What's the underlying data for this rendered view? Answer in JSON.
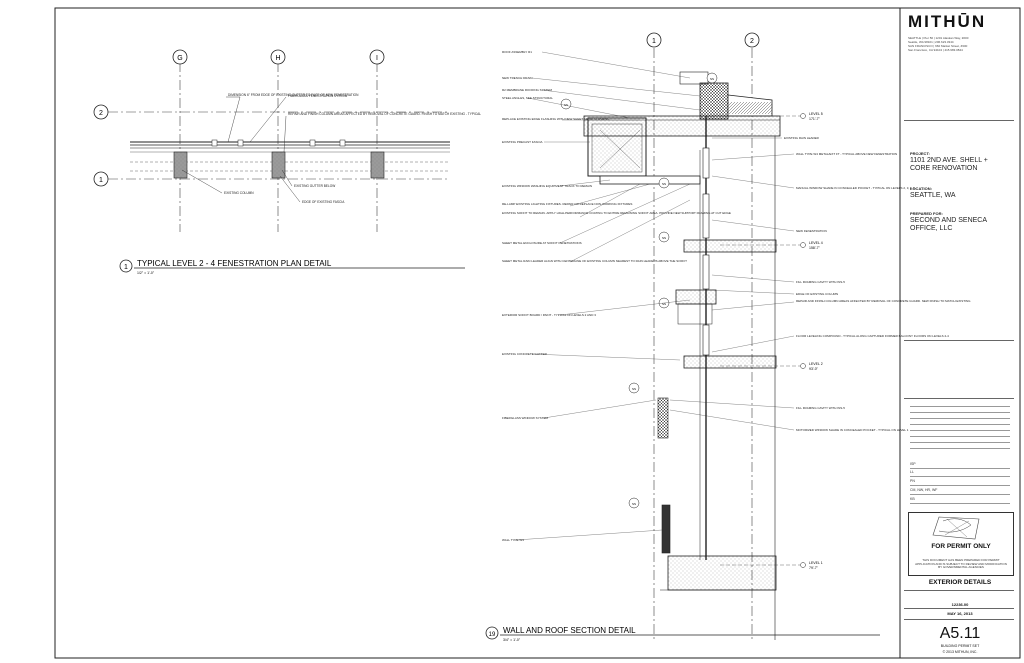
{
  "plan_detail": {
    "number": "1",
    "title": "TYPICAL LEVEL 2 - 4 FENESTRATION PLAN DETAIL",
    "scale": "1/2\" = 1'-0\"",
    "grid_bubbles": [
      "G",
      "H",
      "I",
      "2",
      "1"
    ],
    "notes": [
      "DIMENSION 6\" FROM EDGE OF EXISTING GUTTER TO FACE OF NEW FENESTRATION",
      "FIBERGLASS FENESTRATION SYSTEM",
      "REPAIR AND FINISH COLUMN AREAS AFFECTED BY REMOVAL OF CONCRETE GUARD. FINISH TO MATCH EXISTING - TYPICAL",
      "EXISTING GUTTER BELOW",
      "EXISTING COLUMN",
      "EDGE OF EXISTING FASCIA"
    ]
  },
  "section_detail": {
    "number": "19",
    "title": "WALL AND ROOF SECTION DETAIL",
    "scale": "3/4\" = 1'-0\"",
    "grid_bubbles": [
      "1",
      "2"
    ],
    "left_notes": [
      "ROOF ASSEMBLY R1",
      "NEW TRENCH DRAIN",
      "R2 MEMBRANE ROOFING SYSTEM",
      "STEEL ANGLES, SEE STRUCTURAL",
      "REPLACE EXISTING EDGE FLASHING WITH NEW SHEET METAL FLASHING",
      "EXISTING PRECAST FASCIA",
      "EXISTING WINDOW WASHING EQUIPMENT TRACK TO REMAIN",
      "RE-LAMP EXISTING LIGHTING FIXTURES. REPAIR OR REPLACE NON-WORKING FIXTURES",
      "EXISTING SOFFIT TO REMAIN. APPLY HIGH-PERFORMANCE COATING TO ENTIRE REMAINING SOFFIT AREA. PROVIDE NEW SUPPORT FRAMING AT CUT EDGE",
      "SHEET METAL ENCLOSURE AT SOFFIT PENETRATIONS",
      "SHEET METAL RAIN LEADER ALIGN WITH CENTERLINE OF EXISTING COLUMN NEAREST TO RAIN LEADERS ABOVE THE SOFFIT",
      "EXTERIOR SOFFIT BOARD / PAINT - TYPICAL ON LEVELS 2 AND 3",
      "EXISTING CONCRETE GUTTER",
      "FIBERGLASS WINDOW SYSTEM",
      "WALL TYPE W3"
    ],
    "right_notes": [
      "EXISTING RAIN LEADER",
      "WALL TYPE W4 METAL/EXT FT - TYPICAL ABOVE NEW FENESTRATION",
      "MANUAL WINDOW SHADE IN CONCEALED POCKET - TYPICAL ON LEVELS 2, 3, & 4",
      "NEW FENESTRATION",
      "FILL FRAMING CAVITY WITH INS-5",
      "EDGE OF EXISTING COLUMN",
      "REPAIR AND FINISH COLUMN AREAS AFFECTED BY REMOVAL OF CONCRETE GUARD. NEW FINISH TO MATCH EXISTING",
      "FLOOR LEVELING COMPOUND - TYPICAL ALONG CAPTURED FORMER BALCONY FLOORS ON LEVELS 2-4",
      "FILL FRAMING CAVITY WITH INS-5",
      "MOTORIZED WINDOW SHADE IN CONCEALED POCKET - TYPICAL ON LEVEL 1"
    ],
    "levels": [
      {
        "name": "LEVEL 5",
        "elev": "171'-7\""
      },
      {
        "name": "LEVEL 4",
        "elev": "158'-7\""
      },
      {
        "name": "LEVEL 2",
        "elev": "93'-0\""
      },
      {
        "name": "LEVEL 1",
        "elev": "79'-7\""
      }
    ],
    "tags": [
      "SS",
      "SS",
      "SS",
      "SS",
      "SS",
      "SS",
      "SS"
    ]
  },
  "title_block": {
    "firm": "MITHŪN",
    "address_lines": [
      "SEATTLE | Pier 56 | 1201 Alaskan Way, #200",
      "Seattle, WA 98101 | 206.623.3344",
      "SAN FRANCISCO | 660 Market Street, #300",
      "San Francisco, CA 94104 | 415.983.0844"
    ],
    "project_label": "PROJECT:",
    "project_name": "1101 2ND AVE. SHELL + CORE RENOVATION",
    "location_label": "LOCATION:",
    "location": "SEATTLE, WA",
    "prepared_label": "PREPARED FOR:",
    "prepared_for": "SECOND AND SENECA OFFICE, LLC",
    "rev_entries": [
      "ISP",
      "LL",
      "PN",
      "CM, NW, HR, WF",
      "KB"
    ],
    "permit_title": "FOR PERMIT ONLY",
    "permit_note": "THIS DOCUMENT HAS BEEN PREPARED FOR PERMIT APPLICATION AND IS SUBJECT TO REVIEW AND MODIFICATION BY GOVERNMENTAL AGENCIES",
    "sheet_title": "EXTERIOR DETAILS",
    "project_number": "12236.00",
    "date": "MAY 16, 2013",
    "sheet_number": "A5.11",
    "set_name": "BUILDING PERMIT SET",
    "copyright": "© 2013 MITHUN, INC."
  },
  "colors": {
    "line": "#222222",
    "hatch": "#888888",
    "column_fill": "#9a9a9a"
  }
}
